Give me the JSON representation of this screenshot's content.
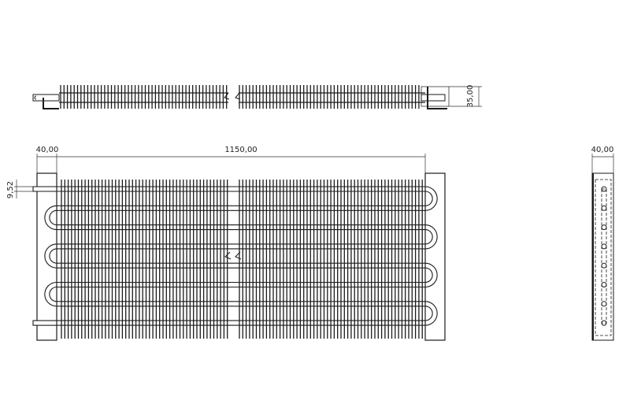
{
  "dimensions": {
    "front_bracket_width": "40,00",
    "front_length": "1150,00",
    "tube_diameter": "9,52",
    "top_height": "35,00",
    "side_width": "40,00"
  },
  "drawing": {
    "tube_passes": 8,
    "line_color": "#1a1a1a"
  }
}
